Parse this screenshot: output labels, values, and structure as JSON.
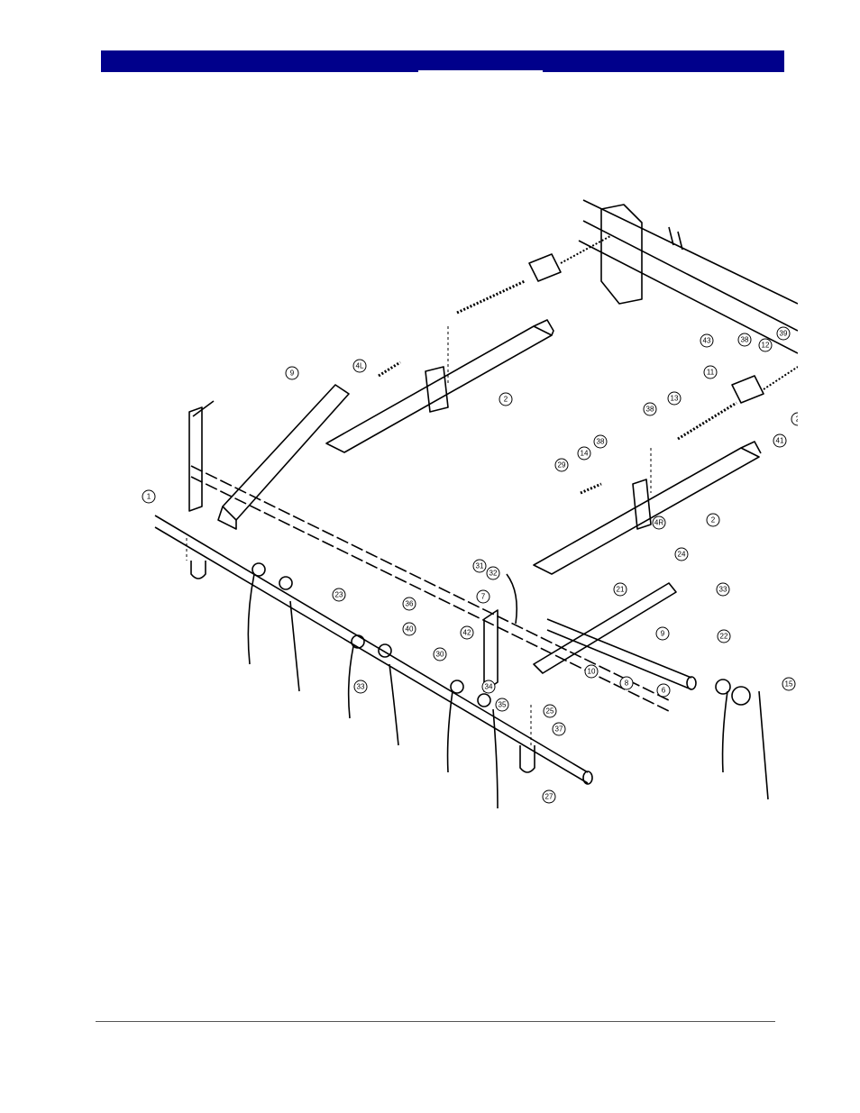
{
  "header": {
    "bar_color": "#00008b",
    "arrow_icon": "right-triangle-icon",
    "arrow_glyph": "►"
  },
  "figure": {
    "callouts": [
      "9",
      "4L",
      "1",
      "2",
      "2",
      "7",
      "4R",
      "24",
      "22",
      "9",
      "33",
      "21",
      "10",
      "8",
      "6",
      "15",
      "23",
      "36",
      "40",
      "33",
      "42",
      "30",
      "34",
      "35",
      "25",
      "37",
      "27",
      "31",
      "32",
      "29",
      "14",
      "38",
      "38",
      "13",
      "11",
      "43",
      "38",
      "12",
      "39",
      "41",
      "2"
    ]
  }
}
